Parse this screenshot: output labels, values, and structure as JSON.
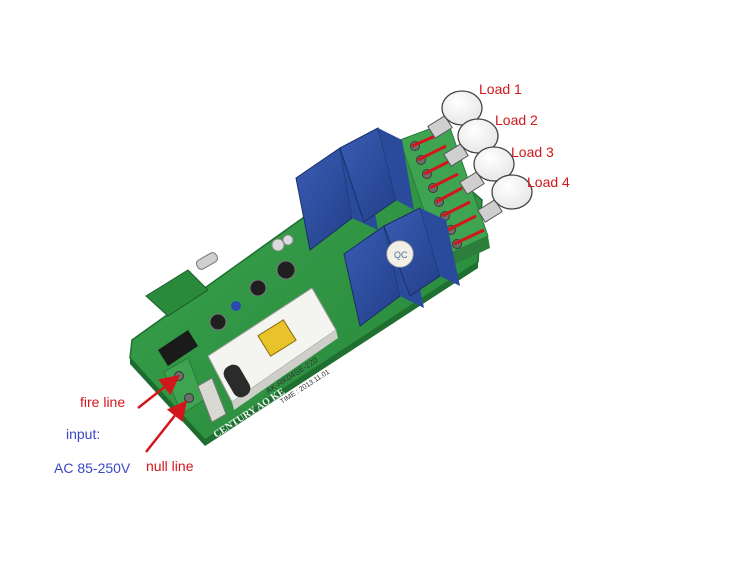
{
  "loads": [
    {
      "label": "Load 1"
    },
    {
      "label": "Load 2"
    },
    {
      "label": "Load 3"
    },
    {
      "label": "Load 4"
    }
  ],
  "input": {
    "fire_line": "fire line",
    "null_line": "null line",
    "input_label": "input:",
    "voltage": "AC 85-250V"
  },
  "board": {
    "brand_text": "CENTURY AO KE",
    "model_text": "AK-RK04SE-220",
    "date_text": "TIME : 2013.11.01",
    "relay_count": 4
  },
  "colors": {
    "label_red": "#d2161b",
    "label_blue": "#3a48c8",
    "pcb_green": "#2f9a44",
    "terminal_green": "#3fa452",
    "relay_blue": "#2f4fa0",
    "arrow_red": "#d2161b"
  }
}
